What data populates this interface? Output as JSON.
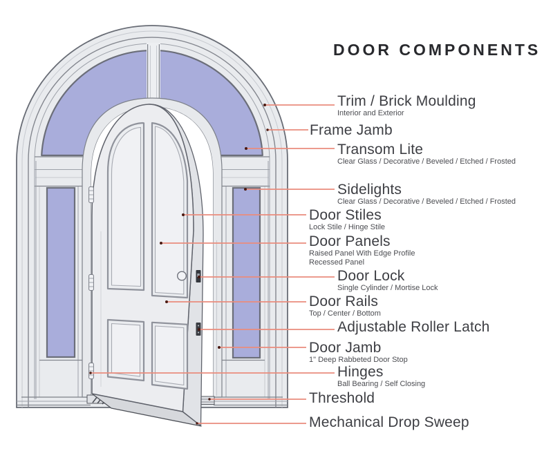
{
  "title": "DOOR COMPONENTS",
  "colors": {
    "leader_line": "#ea8c7d",
    "leader_dot": "#4a1a12",
    "glass": "#a9addb",
    "frame_fill": "#e9ebee",
    "outline": "#686c75",
    "title_text": "#28292d",
    "label_text": "#3d3e43",
    "sublabel_text": "#4b4c51",
    "background": "#ffffff"
  },
  "labels": [
    {
      "title": "Trim / Brick Moulding",
      "sub": "Interior and Exterior"
    },
    {
      "title": "Frame Jamb"
    },
    {
      "title": "Transom Lite",
      "sub": "Clear Glass / Decorative / Beveled / Etched / Frosted"
    },
    {
      "title": "Sidelights",
      "sub": "Clear Glass / Decorative / Beveled / Etched / Frosted"
    },
    {
      "title": "Door Stiles",
      "sub": "Lock Stile / Hinge Stile"
    },
    {
      "title": "Door Panels",
      "sub": "Raised Panel With Edge Profile",
      "sub2": "Recessed Panel"
    },
    {
      "title": "Door Lock",
      "sub": "Single Cylinder / Mortise Lock"
    },
    {
      "title": "Door Rails",
      "sub": "Top / Center / Bottom"
    },
    {
      "title": "Adjustable Roller Latch"
    },
    {
      "title": "Door Jamb",
      "sub": "1\" Deep Rabbeted Door Stop"
    },
    {
      "title": "Hinges",
      "sub": "Ball Bearing / Self Closing"
    },
    {
      "title": "Threshold"
    },
    {
      "title": "Mechanical Drop Sweep"
    }
  ]
}
